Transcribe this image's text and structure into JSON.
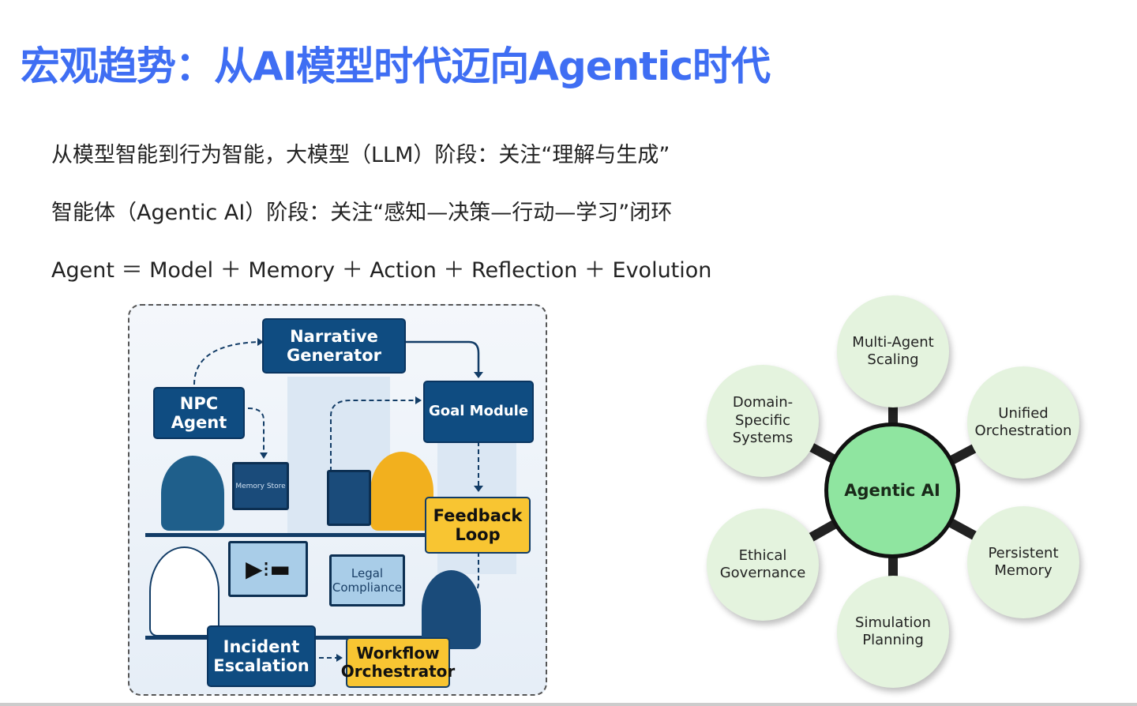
{
  "title": "宏观趋势：从AI模型时代迈向Agentic时代",
  "lines": [
    "从模型智能到行为智能，大模型（LLM）阶段：关注“理解与生成”",
    "智能体（Agentic AI）阶段：关注“感知—决策—行动—学习”闭环",
    "Agent ＝ Model ＋ Memory ＋ Action ＋ Reflection ＋ Evolution"
  ],
  "left_diagram": {
    "narrative": "Narrative Generator",
    "npc": "NPC Agent",
    "goal": "Goal Module",
    "memory_store": "Memory Store",
    "feedback": "Feedback Loop",
    "legal": "Legal Compliance",
    "incident": "Incident Escalation",
    "workflow": "Workflow Orchestrator"
  },
  "right_diagram": {
    "center": "Agentic AI",
    "petals": [
      "Multi-Agent Scaling",
      "Unified Orchestration",
      "Persistent Memory",
      "Simulation Planning",
      "Ethical Governance",
      "Domain-Specific Systems"
    ]
  },
  "colors": {
    "title": "#3f6ef3",
    "box_blue": "#0f4c81",
    "box_yellow": "#f8c532",
    "hub_center": "#8fe5a0",
    "petal": "#e4f3de"
  }
}
